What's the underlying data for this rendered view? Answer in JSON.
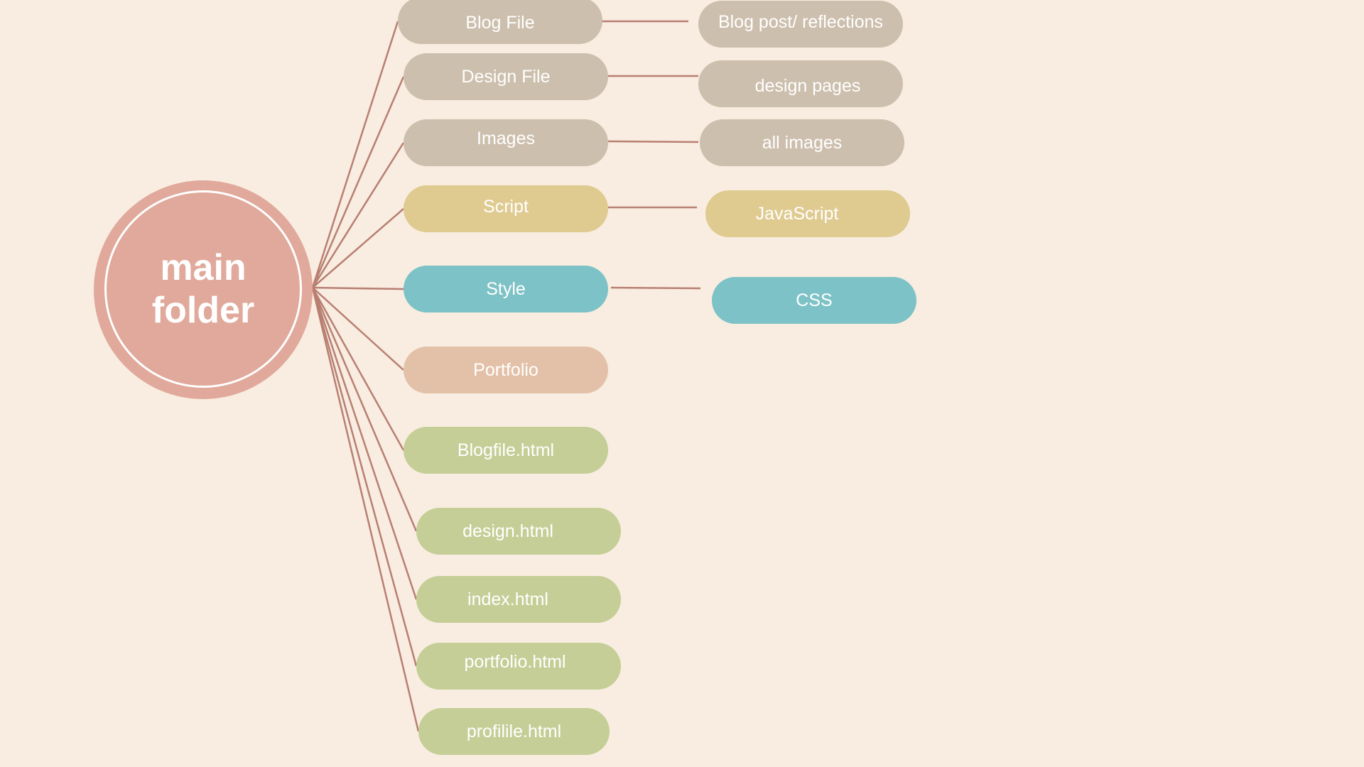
{
  "colors": {
    "background": "#f8ede0",
    "connector": "#b87f72",
    "root": "#e0a99b",
    "tan": "#cdbfad",
    "gold": "#dfca90",
    "teal": "#7dc2c6",
    "peach": "#e3c1a8",
    "green": "#c5ce96"
  },
  "root": {
    "line1": "main",
    "line2": "folder"
  },
  "nodes": [
    {
      "label": "Blog File",
      "child": "Blog post/ reflections",
      "color": "tan"
    },
    {
      "label": "Design File",
      "child": "design pages",
      "color": "tan"
    },
    {
      "label": "Images",
      "child": "all images",
      "color": "tan"
    },
    {
      "label": "Script",
      "child": "JavaScript",
      "color": "gold"
    },
    {
      "label": "Style",
      "child": "CSS",
      "color": "teal"
    },
    {
      "label": "Portfolio",
      "color": "peach"
    },
    {
      "label": "Blogfile.html",
      "color": "green"
    },
    {
      "label": "design.html",
      "color": "green"
    },
    {
      "label": "index.html",
      "color": "green"
    },
    {
      "label": "portfolio.html",
      "color": "green"
    },
    {
      "label": "profilile.html",
      "color": "green"
    }
  ]
}
